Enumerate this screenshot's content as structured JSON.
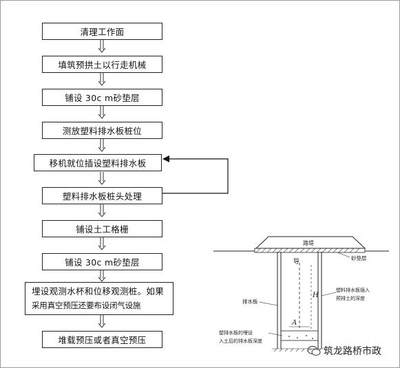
{
  "steps": [
    "清理工作面",
    "填筑预拱土以行走机械",
    "铺设 30c m砂垫层",
    "测放塑料排水板桩位",
    "移机就位插设塑料排水板",
    "塑料排水板桩头处理",
    "铺设土工格栅",
    "铺设 30c m砂垫层",
    "埋设观测水杯和位移观测桩。如果",
    "采用真空预压还要布设闭气设施",
    "堆载预压或者真空预压"
  ],
  "detail": {
    "embankment": "路堤",
    "sand_layer": "砂垫层",
    "drain_label": "排水板",
    "height_symbol": "H",
    "distance_symbol": "A",
    "right_note_line1": "塑料排水板插入",
    "right_note_line2": "预排土的深度",
    "left_note_line1": "塑排水板的埋设",
    "left_note_line2": "入土后的排水板深度",
    "arrow_label": "导"
  },
  "watermark": "筑龙路桥市政"
}
